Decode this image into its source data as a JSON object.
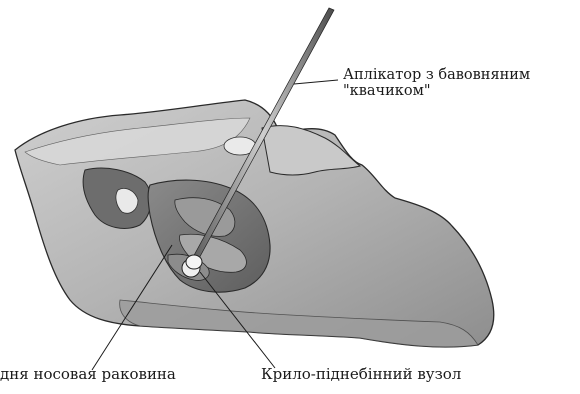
{
  "labels": {
    "applicator_line1": "Аплікатор з бавовняним",
    "applicator_line2": "\"квачиком\"",
    "turbinate": "дня носовая раковина",
    "ganglion": "Крило-піднебінний вузол"
  },
  "colors": {
    "face_fill": "#b9b9b9",
    "face_dark": "#7a7a7a",
    "face_light": "#dcdcdc",
    "outline": "#2a2a2a",
    "leader_line": "#1a1a1a"
  }
}
